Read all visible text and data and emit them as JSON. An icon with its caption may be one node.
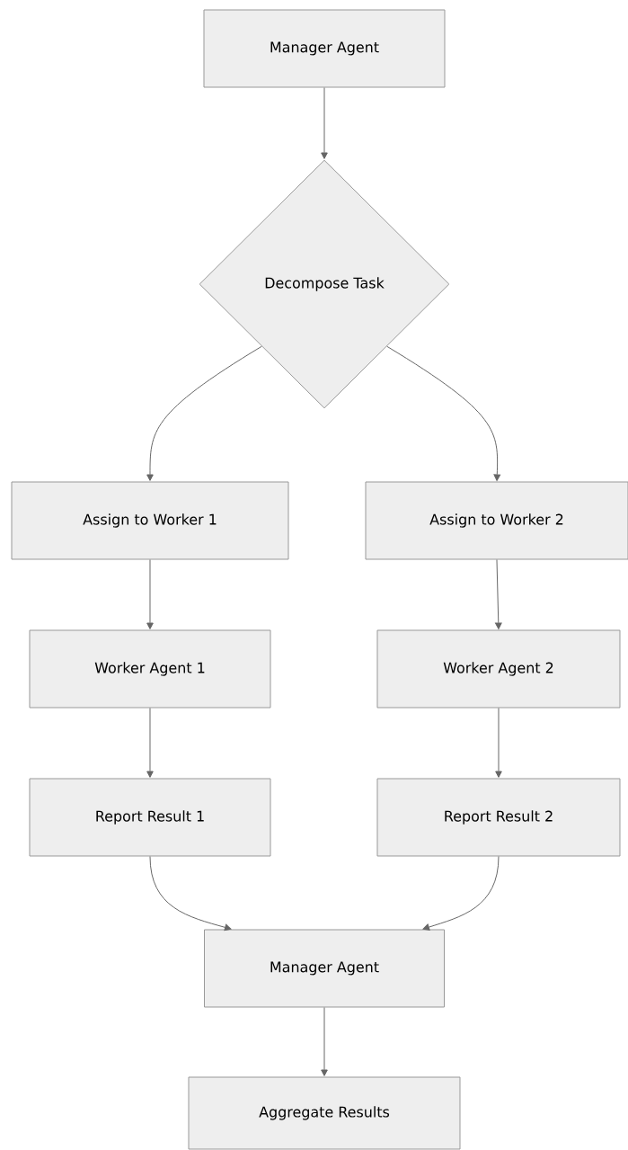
{
  "diagram": {
    "nodes": [
      {
        "text": [
          "Manager Agent"
        ]
      },
      {
        "text": [
          "Decompose Task"
        ]
      },
      {
        "text": [
          "Assign to Worker 1"
        ]
      },
      {
        "text": [
          "Assign to Worker 2"
        ]
      },
      {
        "text": [
          "Worker Agent 1"
        ]
      },
      {
        "text": [
          "Worker Agent 2"
        ]
      },
      {
        "text": [
          "Report Result 1"
        ]
      },
      {
        "text": [
          "Report Result 2"
        ]
      },
      {
        "text": [
          "Manager Agent"
        ]
      },
      {
        "text": [
          "Aggregate Results"
        ]
      }
    ],
    "edges": [
      {
        "from": 0,
        "to": 1,
        "arrow": "to"
      },
      {
        "from": 1,
        "to": 2,
        "arrow": "to"
      },
      {
        "from": 1,
        "to": 3,
        "arrow": "to"
      },
      {
        "from": 2,
        "to": 4,
        "arrow": "to"
      },
      {
        "from": 3,
        "to": 5,
        "arrow": "to"
      },
      {
        "from": 4,
        "to": 6,
        "arrow": "to"
      },
      {
        "from": 5,
        "to": 7,
        "arrow": "to"
      },
      {
        "from": 6,
        "to": 8,
        "arrow": "to"
      },
      {
        "from": 7,
        "to": 8,
        "arrow": "to"
      },
      {
        "from": 8,
        "to": 9,
        "arrow": "to"
      }
    ]
  }
}
